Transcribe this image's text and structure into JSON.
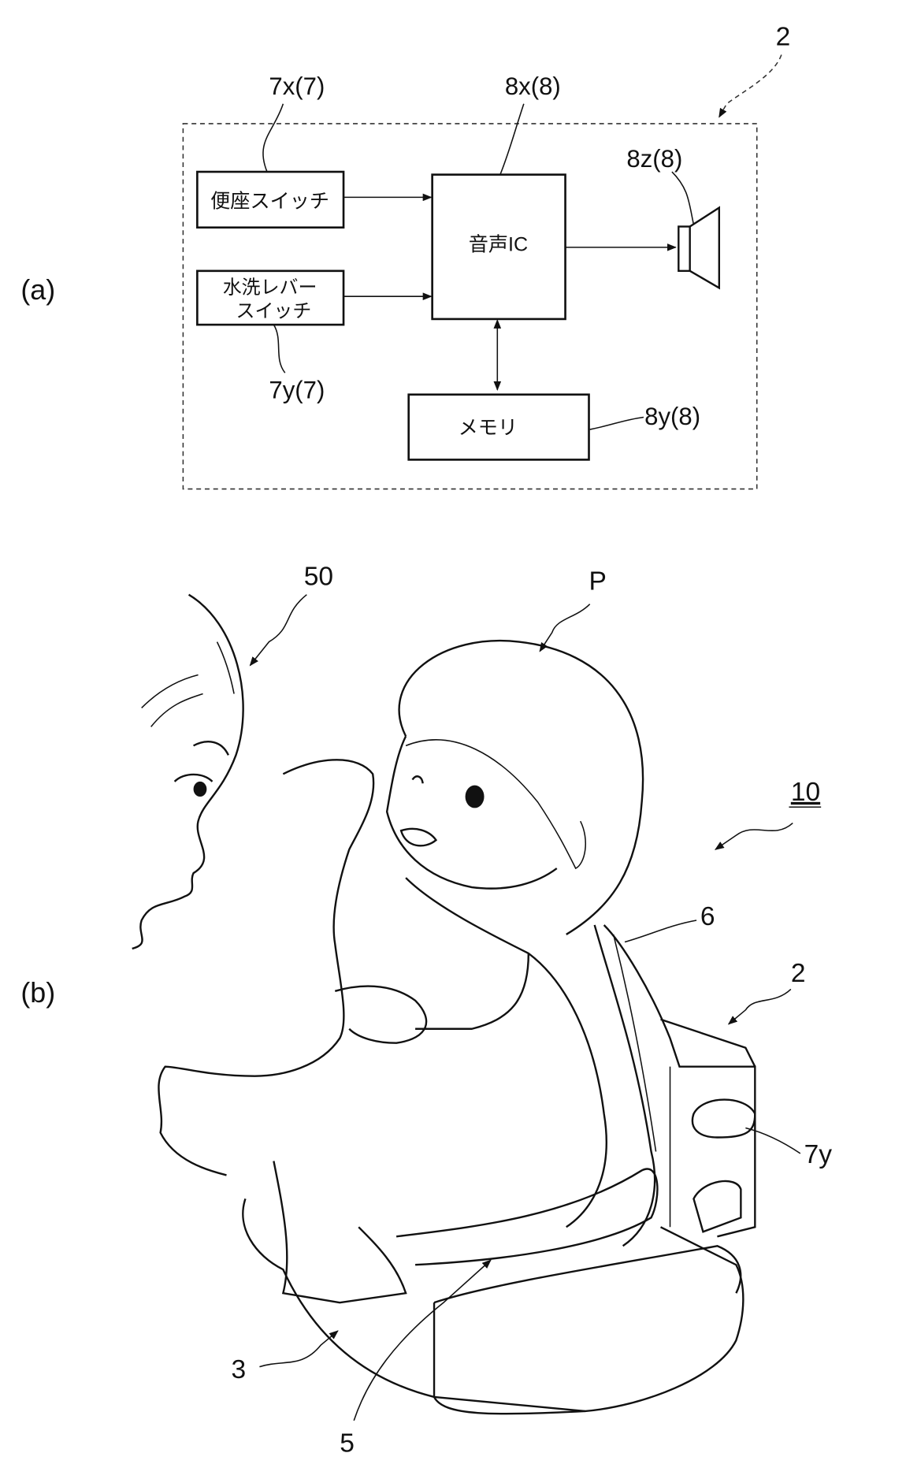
{
  "figure_a": {
    "panel_label": "(a)",
    "device_ref": "2",
    "blocks": {
      "seat_switch": {
        "label": "便座スイッチ",
        "ref": "7x(7)"
      },
      "flush_lever_switch": {
        "label_line1": "水洗レバー",
        "label_line2": "スイッチ",
        "ref": "7y(7)"
      },
      "voice_ic": {
        "label": "音声IC",
        "ref": "8x(8)"
      },
      "memory": {
        "label": "メモリ",
        "ref": "8y(8)"
      },
      "speaker": {
        "ref": "8z(8)"
      }
    }
  },
  "figure_b": {
    "panel_label": "(b)",
    "refs": {
      "adult": "50",
      "child": "P",
      "system": "10",
      "backrest": "6",
      "device": "2",
      "lever": "7y",
      "body": "3",
      "seat": "5"
    }
  }
}
